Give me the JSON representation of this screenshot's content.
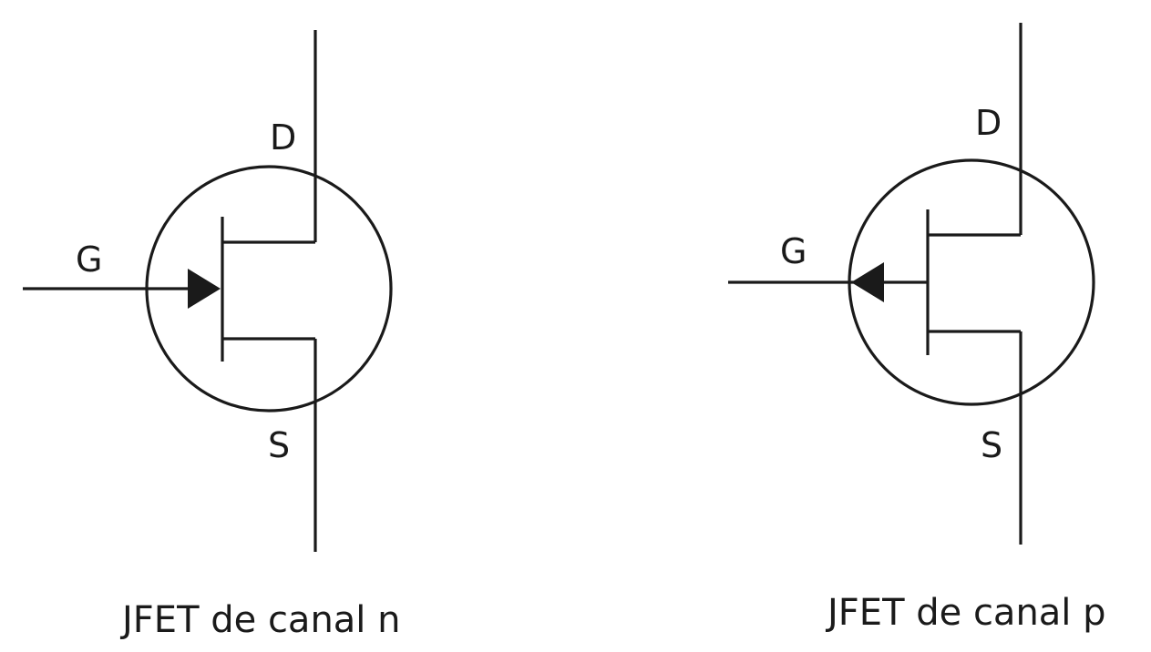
{
  "symbols": [
    {
      "gate_label": "G",
      "drain_label": "D",
      "source_label": "S",
      "caption": "JFET de canal n"
    },
    {
      "gate_label": "G",
      "drain_label": "D",
      "source_label": "S",
      "caption": "JFET de canal p"
    }
  ],
  "colors": {
    "line": "#1a1a1a",
    "background": "#ffffff"
  }
}
